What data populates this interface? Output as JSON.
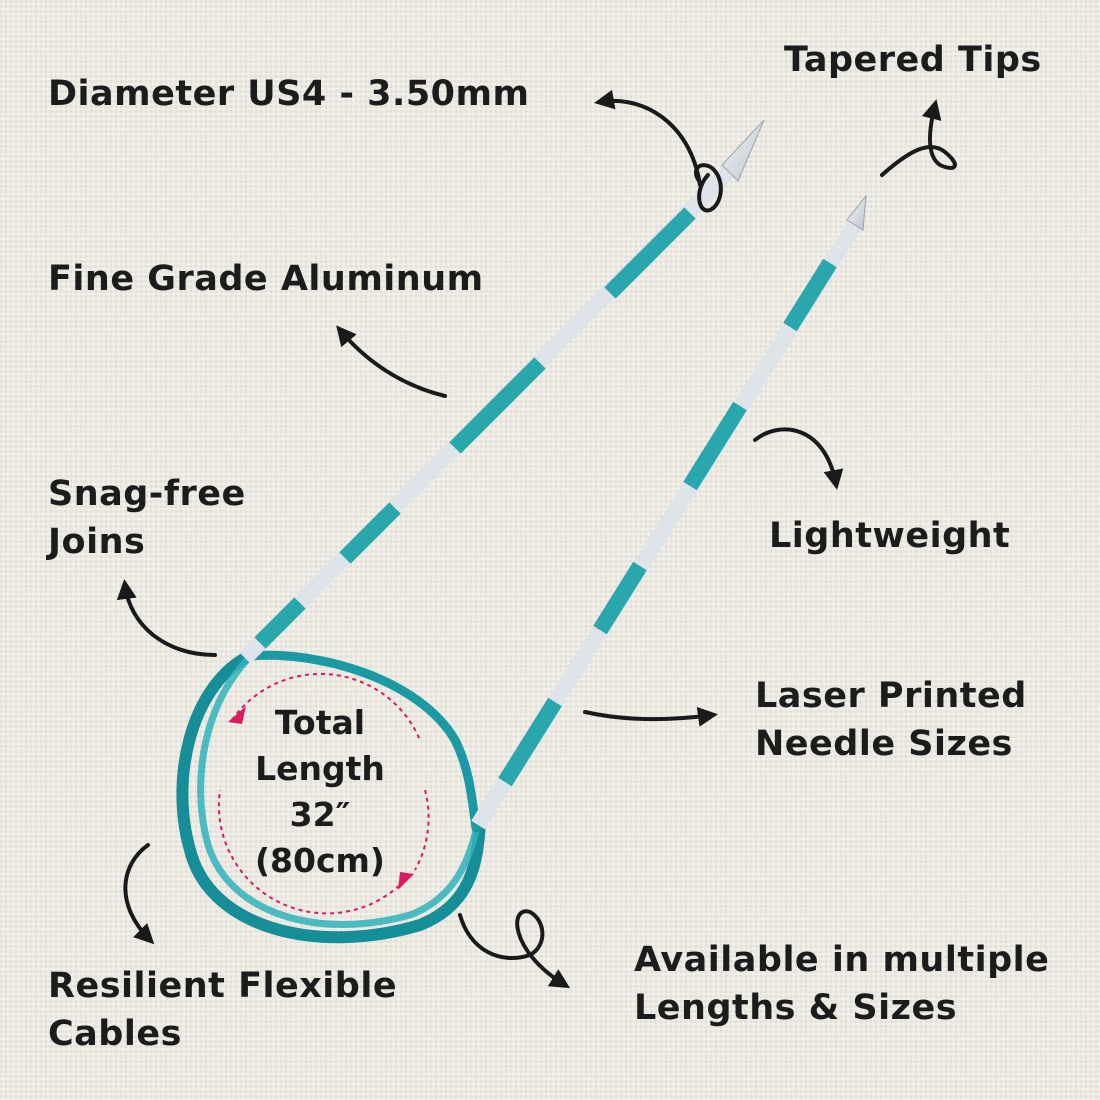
{
  "labels": {
    "diameter": "Diameter US4 - 3.50mm",
    "tapered_tips": "Tapered Tips",
    "aluminum": "Fine Grade Aluminum",
    "snag_free": [
      "Snag-free",
      "Joins"
    ],
    "lightweight": "Lightweight",
    "laser_printed": [
      "Laser Printed",
      "Needle Sizes"
    ],
    "available": [
      "Available in multiple",
      "Lengths & Sizes"
    ],
    "cables": [
      "Resilient Flexible",
      "Cables"
    ],
    "total_length": [
      "Total",
      "Length",
      "32″",
      "(80cm)"
    ]
  },
  "colors": {
    "background": "#ece9e1",
    "needle_teal": "#2aa6ad",
    "needle_silver": "#dfe4ea",
    "cable_teal": "#1c9aa3",
    "dash_pink": "#d81b60",
    "text": "#1c1c1c"
  },
  "icons": [
    "curved-arrow-icon",
    "loop-arrow-icon",
    "dashed-circle-arrow-icon"
  ]
}
